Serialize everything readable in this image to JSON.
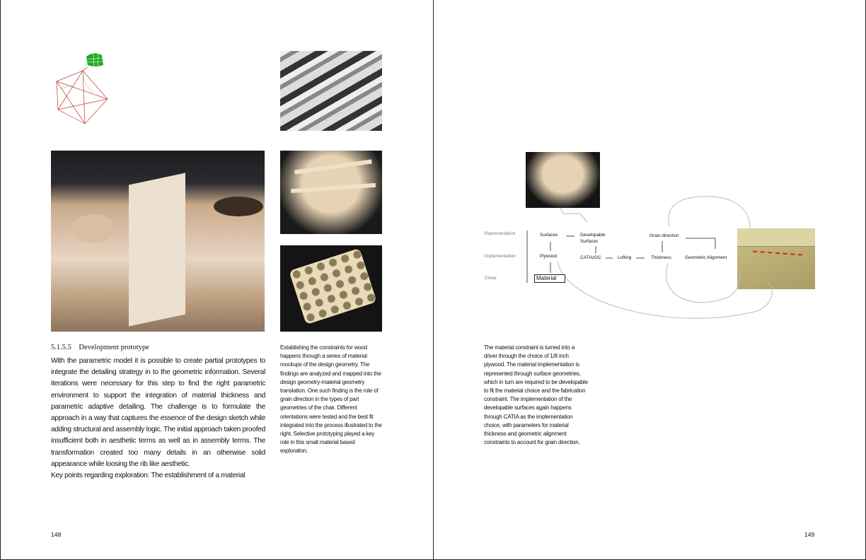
{
  "left_page": {
    "section_number": "5.1.5.5",
    "section_title": "Development prototype",
    "paragraphs": [
      "With the parametric model it is possible to create partial prototypes to integrate the detailing strategy in to the geometric information. Several iterations were necessary for this step to find the right parametric environment to support the integration of material thickness and parametric adaptive detailing. The challenge is to formulate the approach in a way that captures the essence of the design sketch while adding structural and assembly logic. The initial approach taken proofed insufficient both in aesthetic terms as well as in assembly terms. The transformation created too many details in an otherwise solid appearance while loosing the rib like aesthetic.",
      "Key points regarding exploration: The establishment of a material"
    ],
    "side_column": "Establishing the constraints for wood happens through a series of material mockups of the design geometry. The findings are analyzed and mapped into the design geometry-material geometry translation. One such finding is the role of grain direction in the types of part geometries of the chair. Different orientations were tested and the best fit integrated into the process illustrated to the right. Selective prototyping played a key role in this small material based exploration.",
    "page_number": "148"
  },
  "right_page": {
    "diagram": {
      "rows": [
        "Representation",
        "Implementation",
        "Driver"
      ],
      "nodes": {
        "surfaces": "Surfaces",
        "developable": "Developable",
        "developable2": "Surfaces",
        "grain": "Grain direction",
        "plywood": "Plywood",
        "catia": "CATIA/GC",
        "lofting": "Lofting",
        "thickness": "Thickness",
        "alignment": "Geometric Alignment",
        "material": "Material"
      }
    },
    "text": "The material constraint is turned into a driver through the choice of 1/8 inch plywood. The material implementation is represented through surface geometries, which in turn are required to be developable to fit the material choice and the fabrication constraint. The implementation of the developable surfaces again happens through CATIA as the implementation choice, with parameters for material thickness and geometric alignment constraints to account for grain direction.",
    "page_number": "149"
  }
}
